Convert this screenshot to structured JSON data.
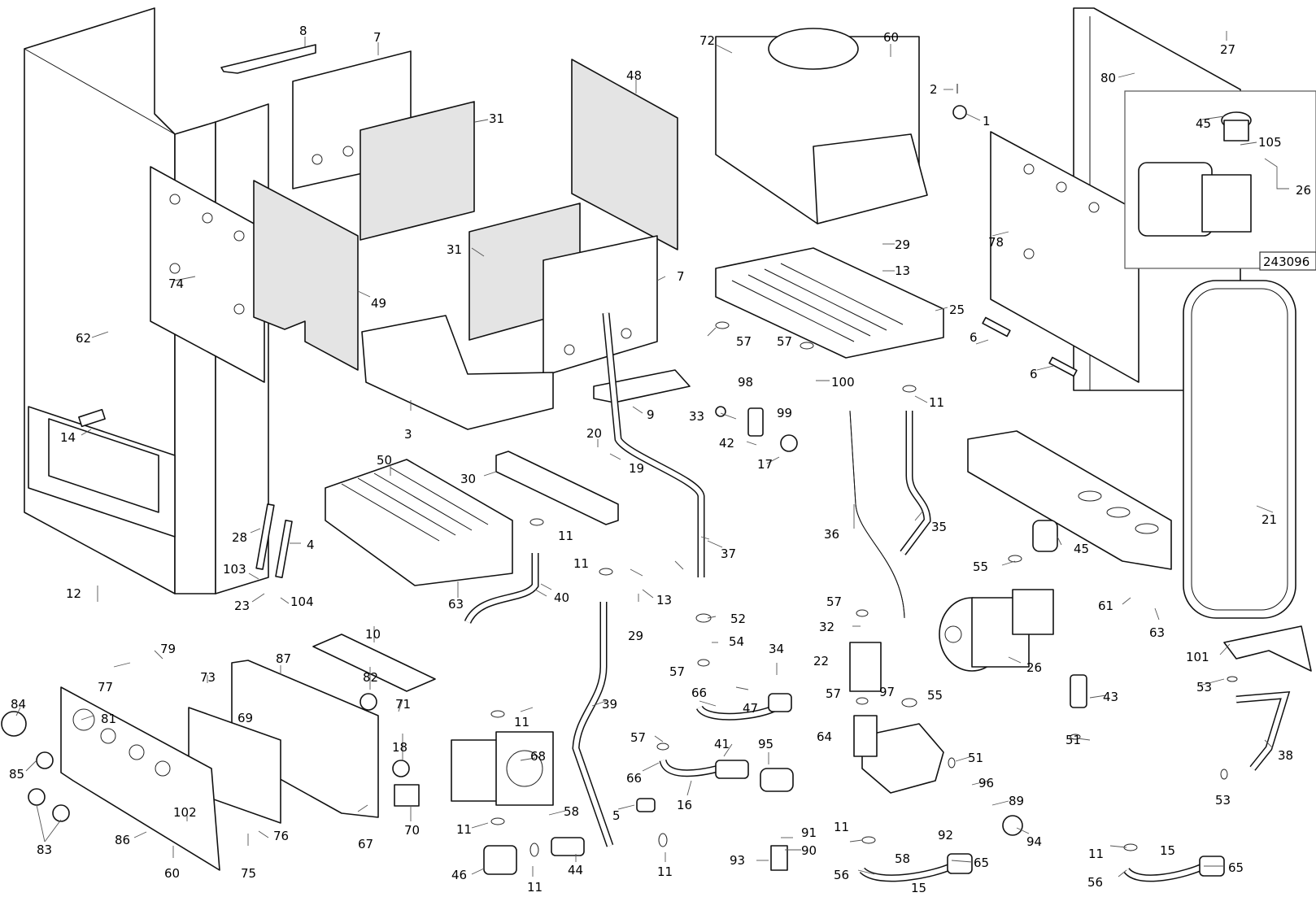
{
  "diagram": {
    "title": "Boiler exploded parts diagram",
    "reference_number": "243096",
    "colors": {
      "line": "#111111",
      "panel_fill": "#e4e4e4",
      "background": "#ffffff"
    },
    "callouts": [
      {
        "id": "c-8",
        "label": "8"
      },
      {
        "id": "c-7a",
        "label": "7"
      },
      {
        "id": "c-31a",
        "label": "31"
      },
      {
        "id": "c-48",
        "label": "48"
      },
      {
        "id": "c-72",
        "label": "72"
      },
      {
        "id": "c-60a",
        "label": "60"
      },
      {
        "id": "c-2",
        "label": "2"
      },
      {
        "id": "c-1",
        "label": "1"
      },
      {
        "id": "c-27",
        "label": "27"
      },
      {
        "id": "c-80",
        "label": "80"
      },
      {
        "id": "c-45a",
        "label": "45"
      },
      {
        "id": "c-105",
        "label": "105"
      },
      {
        "id": "c-26a",
        "label": "26"
      },
      {
        "id": "c-74",
        "label": "74"
      },
      {
        "id": "c-62",
        "label": "62"
      },
      {
        "id": "c-49",
        "label": "49"
      },
      {
        "id": "c-31b",
        "label": "31"
      },
      {
        "id": "c-7b",
        "label": "7"
      },
      {
        "id": "c-29a",
        "label": "29"
      },
      {
        "id": "c-13a",
        "label": "13"
      },
      {
        "id": "c-78",
        "label": "78"
      },
      {
        "id": "c-25",
        "label": "25"
      },
      {
        "id": "c-57a",
        "label": "57"
      },
      {
        "id": "c-57b",
        "label": "57"
      },
      {
        "id": "c-6a",
        "label": "6"
      },
      {
        "id": "c-6b",
        "label": "6"
      },
      {
        "id": "c-98",
        "label": "98"
      },
      {
        "id": "c-100",
        "label": "100"
      },
      {
        "id": "c-99",
        "label": "99"
      },
      {
        "id": "c-11a",
        "label": "11"
      },
      {
        "id": "c-33",
        "label": "33"
      },
      {
        "id": "c-42",
        "label": "42"
      },
      {
        "id": "c-17",
        "label": "17"
      },
      {
        "id": "c-9",
        "label": "9"
      },
      {
        "id": "c-3",
        "label": "3"
      },
      {
        "id": "c-14",
        "label": "14"
      },
      {
        "id": "c-20",
        "label": "20"
      },
      {
        "id": "c-19",
        "label": "19"
      },
      {
        "id": "c-50",
        "label": "50"
      },
      {
        "id": "c-30",
        "label": "30"
      },
      {
        "id": "c-28",
        "label": "28"
      },
      {
        "id": "c-4",
        "label": "4"
      },
      {
        "id": "c-11b",
        "label": "11"
      },
      {
        "id": "c-36",
        "label": "36"
      },
      {
        "id": "c-35",
        "label": "35"
      },
      {
        "id": "c-21",
        "label": "21"
      },
      {
        "id": "c-37",
        "label": "37"
      },
      {
        "id": "c-45b",
        "label": "45"
      },
      {
        "id": "c-103",
        "label": "103"
      },
      {
        "id": "c-12",
        "label": "12"
      },
      {
        "id": "c-23",
        "label": "23"
      },
      {
        "id": "c-104",
        "label": "104"
      },
      {
        "id": "c-63a",
        "label": "63"
      },
      {
        "id": "c-40",
        "label": "40"
      },
      {
        "id": "c-11c",
        "label": "11"
      },
      {
        "id": "c-13b",
        "label": "13"
      },
      {
        "id": "c-55a",
        "label": "55"
      },
      {
        "id": "c-61",
        "label": "61"
      },
      {
        "id": "c-63b",
        "label": "63"
      },
      {
        "id": "c-52",
        "label": "52"
      },
      {
        "id": "c-29b",
        "label": "29"
      },
      {
        "id": "c-54",
        "label": "54"
      },
      {
        "id": "c-57c",
        "label": "57"
      },
      {
        "id": "c-32",
        "label": "32"
      },
      {
        "id": "c-22",
        "label": "22"
      },
      {
        "id": "c-26b",
        "label": "26"
      },
      {
        "id": "c-101",
        "label": "101"
      },
      {
        "id": "c-10",
        "label": "10"
      },
      {
        "id": "c-79",
        "label": "79"
      },
      {
        "id": "c-87",
        "label": "87"
      },
      {
        "id": "c-73",
        "label": "73"
      },
      {
        "id": "c-82",
        "label": "82"
      },
      {
        "id": "c-77",
        "label": "77"
      },
      {
        "id": "c-34",
        "label": "34"
      },
      {
        "id": "c-57d",
        "label": "57"
      },
      {
        "id": "c-66a",
        "label": "66"
      },
      {
        "id": "c-57e",
        "label": "57"
      },
      {
        "id": "c-55b",
        "label": "55"
      },
      {
        "id": "c-53a",
        "label": "53"
      },
      {
        "id": "c-43",
        "label": "43"
      },
      {
        "id": "c-84",
        "label": "84"
      },
      {
        "id": "c-81",
        "label": "81"
      },
      {
        "id": "c-71",
        "label": "71"
      },
      {
        "id": "c-69",
        "label": "69"
      },
      {
        "id": "c-11d",
        "label": "11"
      },
      {
        "id": "c-39",
        "label": "39"
      },
      {
        "id": "c-47",
        "label": "47"
      },
      {
        "id": "c-97",
        "label": "97"
      },
      {
        "id": "c-64",
        "label": "64"
      },
      {
        "id": "c-51a",
        "label": "51"
      },
      {
        "id": "c-38",
        "label": "38"
      },
      {
        "id": "c-18",
        "label": "18"
      },
      {
        "id": "c-68",
        "label": "68"
      },
      {
        "id": "c-57f",
        "label": "57"
      },
      {
        "id": "c-41",
        "label": "41"
      },
      {
        "id": "c-95",
        "label": "95"
      },
      {
        "id": "c-85",
        "label": "85"
      },
      {
        "id": "c-66b",
        "label": "66"
      },
      {
        "id": "c-51b",
        "label": "51"
      },
      {
        "id": "c-96",
        "label": "96"
      },
      {
        "id": "c-89",
        "label": "89"
      },
      {
        "id": "c-53b",
        "label": "53"
      },
      {
        "id": "c-102",
        "label": "102"
      },
      {
        "id": "c-58a",
        "label": "58"
      },
      {
        "id": "c-5",
        "label": "5"
      },
      {
        "id": "c-16",
        "label": "16"
      },
      {
        "id": "c-67",
        "label": "67"
      },
      {
        "id": "c-70",
        "label": "70"
      },
      {
        "id": "c-76",
        "label": "76"
      },
      {
        "id": "c-11e",
        "label": "11"
      },
      {
        "id": "c-91",
        "label": "91"
      },
      {
        "id": "c-92",
        "label": "92"
      },
      {
        "id": "c-94",
        "label": "94"
      },
      {
        "id": "c-86",
        "label": "86"
      },
      {
        "id": "c-83",
        "label": "83"
      },
      {
        "id": "c-90",
        "label": "90"
      },
      {
        "id": "c-11f",
        "label": "11"
      },
      {
        "id": "c-58b",
        "label": "58"
      },
      {
        "id": "c-65a",
        "label": "65"
      },
      {
        "id": "c-15a",
        "label": "15"
      },
      {
        "id": "c-11g",
        "label": "11"
      },
      {
        "id": "c-65b",
        "label": "65"
      },
      {
        "id": "c-60b",
        "label": "60"
      },
      {
        "id": "c-75",
        "label": "75"
      },
      {
        "id": "c-46",
        "label": "46"
      },
      {
        "id": "c-11h",
        "label": "11"
      },
      {
        "id": "c-44",
        "label": "44"
      },
      {
        "id": "c-11i",
        "label": "11"
      },
      {
        "id": "c-93",
        "label": "93"
      },
      {
        "id": "c-56a",
        "label": "56"
      },
      {
        "id": "c-15b",
        "label": "15"
      },
      {
        "id": "c-56b",
        "label": "56"
      }
    ]
  }
}
